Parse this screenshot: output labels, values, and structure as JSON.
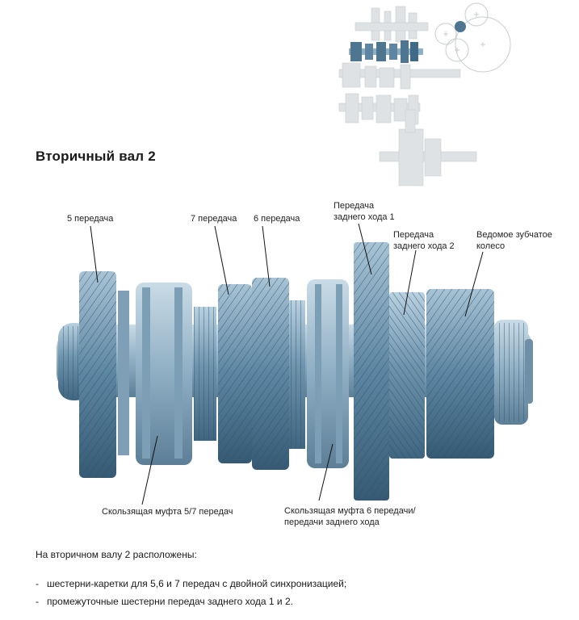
{
  "title": "Вторичный вал 2",
  "labels": {
    "gear5": "5 передача",
    "gear7": "7 передача",
    "gear6": "6 передача",
    "reverse1_line1": "Передача",
    "reverse1_line2": "заднего хода 1",
    "reverse2_line1": "Передача",
    "reverse2_line2": "заднего хода 2",
    "driven_line1": "Ведомое зубчатое",
    "driven_line2": "колесо",
    "sleeve57": "Скользящая муфта 5/7 передач",
    "sleeve6r_line1": "Скользящая муфта 6 передачи/",
    "sleeve6r_line2": "передачи заднего хода"
  },
  "description": {
    "intro": "На вторичном валу 2 расположены:",
    "items": [
      "шестерни-каретки для 5,6 и 7 передач с двойной синхронизацией;",
      "промежуточные шестерни передач заднего хода 1 и 2."
    ],
    "bullet_char": "-"
  },
  "colors": {
    "gear_dark": "#4f7690",
    "gear_light": "#9fbdd0",
    "highlight": "#3f6a88",
    "inactive": "#d8dcdf"
  }
}
